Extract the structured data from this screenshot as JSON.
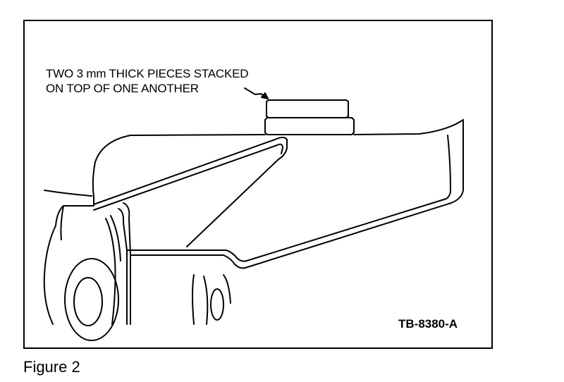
{
  "diagram": {
    "callout_line_1": "TWO 3 mm THICK PIECES STACKED",
    "callout_line_2": "ON TOP OF ONE ANOTHER",
    "reference_code": "TB-8380-A"
  },
  "caption": "Figure 2"
}
